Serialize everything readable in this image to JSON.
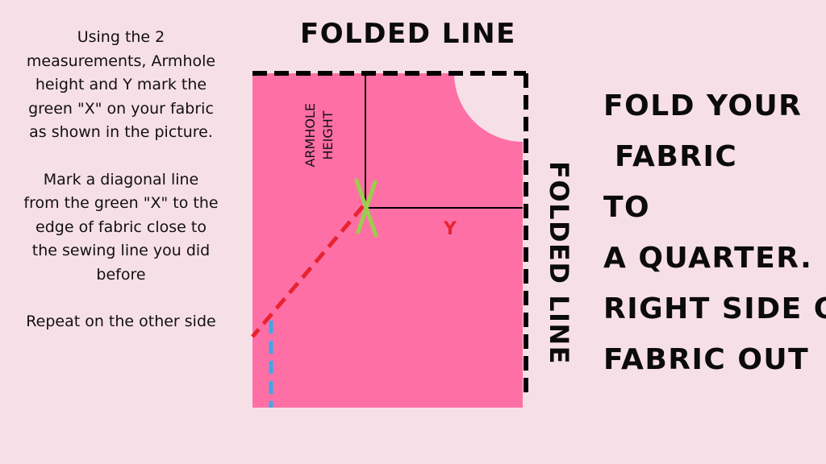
{
  "instructions": {
    "paragraph1": [
      "Using the 2",
      "measurements, Armhole",
      "height and Y mark the",
      "green \"X\" on your fabric",
      "as shown in the picture."
    ],
    "paragraph2": [
      "Mark a diagonal line",
      "from the green \"X\" to the",
      "edge of fabric close to",
      "the sewing line you did",
      "before"
    ],
    "paragraph3": [
      "Repeat on the other side"
    ]
  },
  "diagram": {
    "top_label": "FOLDED LINE",
    "side_label": "FOLDED LINE",
    "armhole_label": [
      "ARMHOLE",
      "HEIGHT"
    ],
    "y_label": "Y"
  },
  "fold_steps": [
    "FOLD YOUR",
    " FABRIC",
    "TO",
    "A QUARTER.",
    "RIGHT SIDE OF",
    "FABRIC OUT"
  ],
  "colors": {
    "background": "#f7dfe8",
    "fabric": "#fe6fa6",
    "x_mark": "#9ccd4c",
    "diagonal_line": "#e8232f",
    "sewing_line": "#3fa7e8",
    "fold_line": "#000000"
  }
}
